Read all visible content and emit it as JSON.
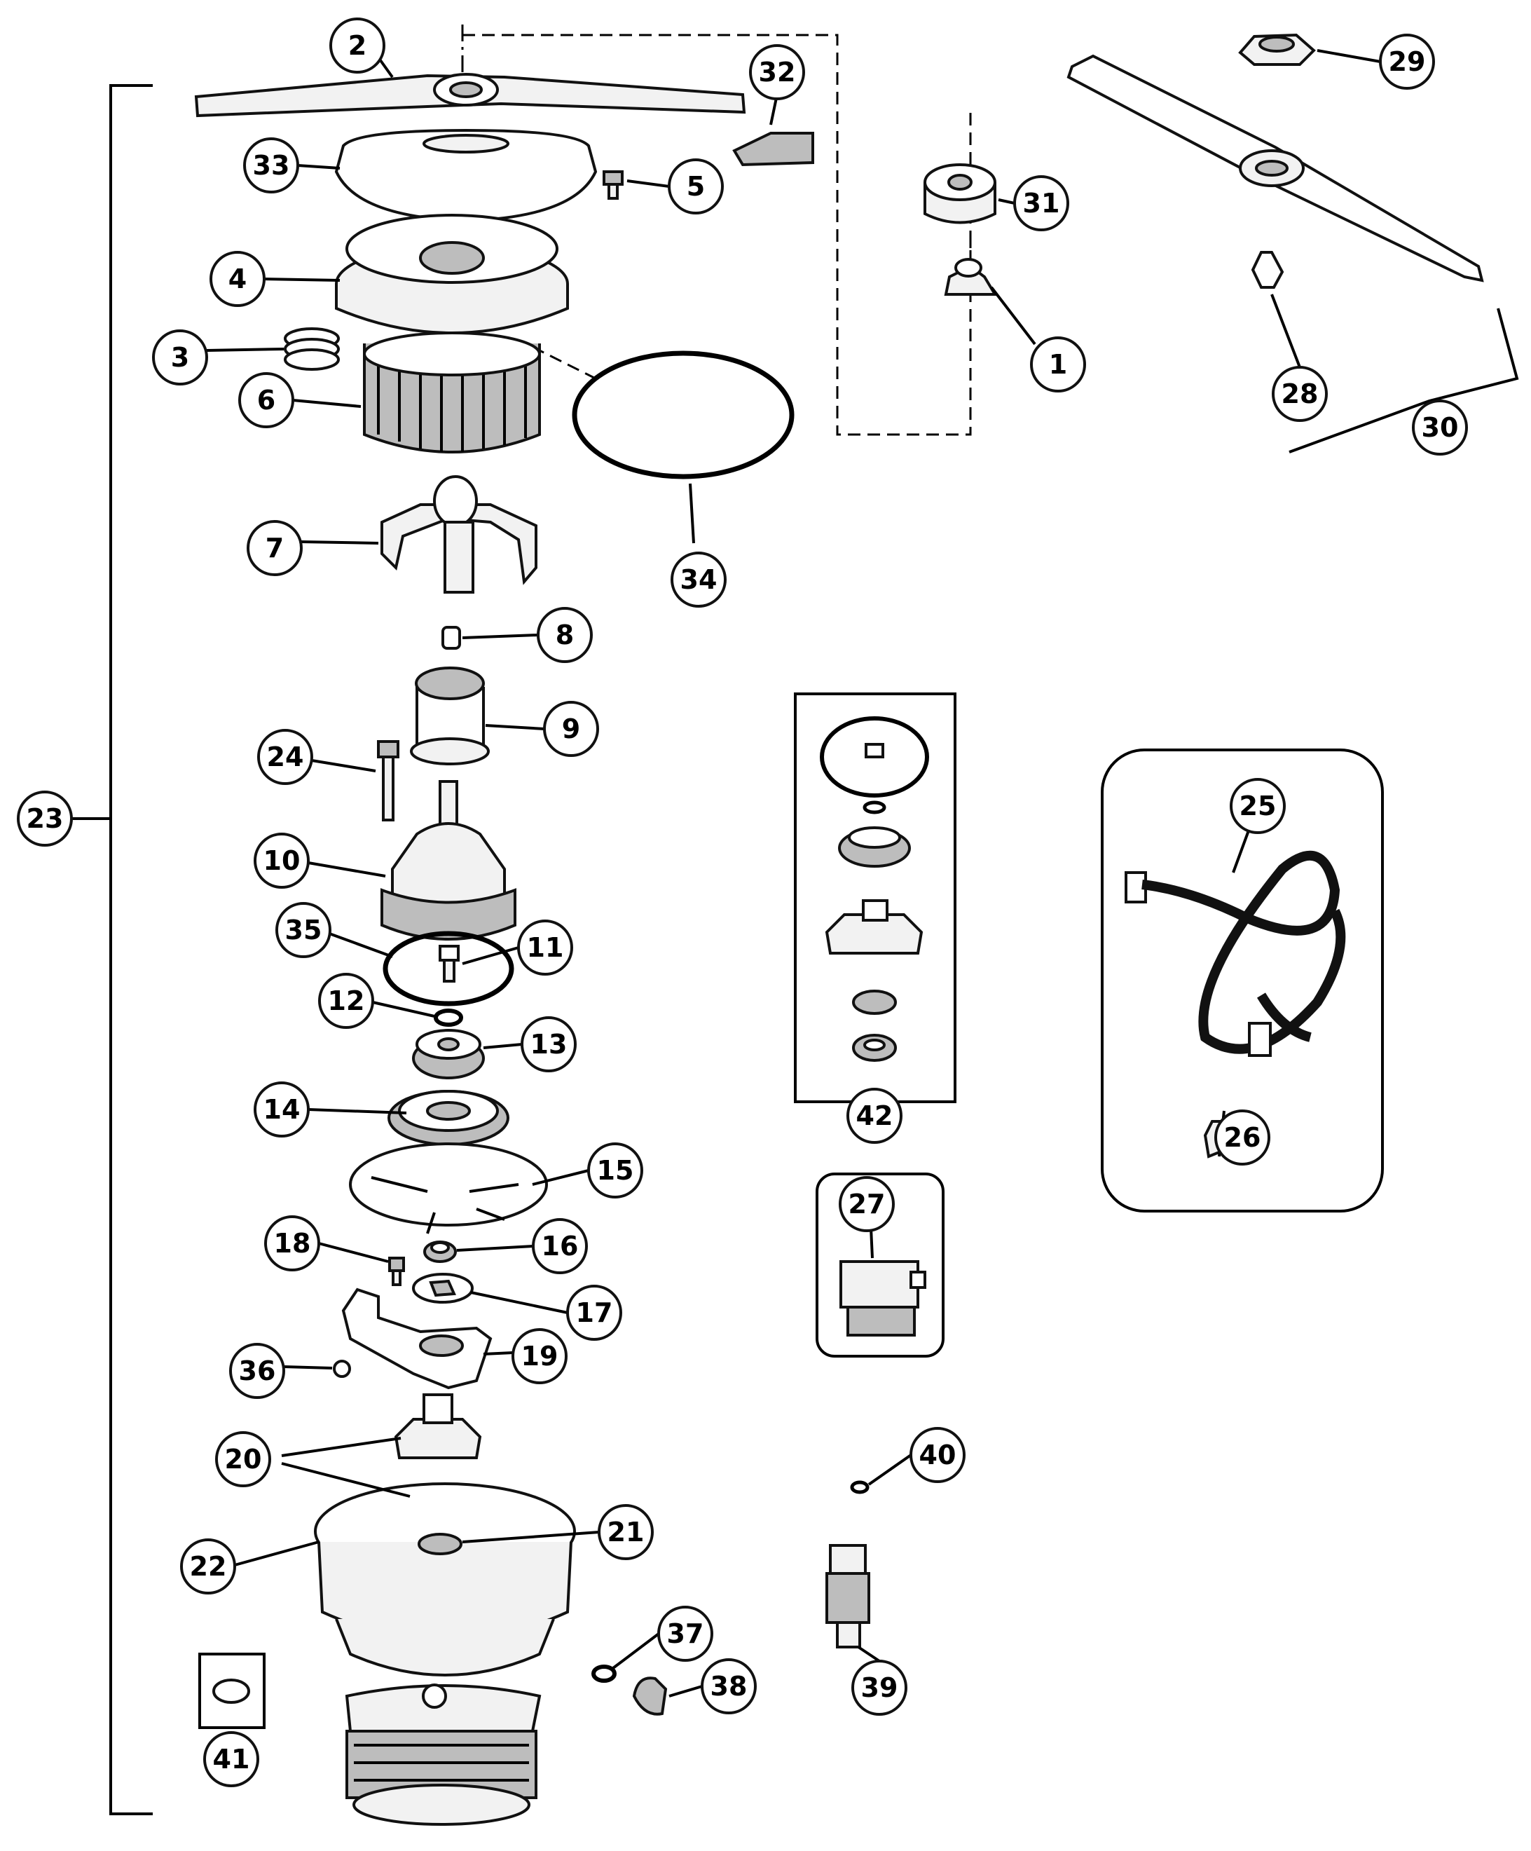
{
  "diagram": {
    "callouts": [
      {
        "id": "c1",
        "label": "1"
      },
      {
        "id": "c2",
        "label": "2"
      },
      {
        "id": "c3",
        "label": "3"
      },
      {
        "id": "c4",
        "label": "4"
      },
      {
        "id": "c5",
        "label": "5"
      },
      {
        "id": "c6",
        "label": "6"
      },
      {
        "id": "c7",
        "label": "7"
      },
      {
        "id": "c8",
        "label": "8"
      },
      {
        "id": "c9",
        "label": "9"
      },
      {
        "id": "c10",
        "label": "10"
      },
      {
        "id": "c11",
        "label": "11"
      },
      {
        "id": "c12",
        "label": "12"
      },
      {
        "id": "c13",
        "label": "13"
      },
      {
        "id": "c14",
        "label": "14"
      },
      {
        "id": "c15",
        "label": "15"
      },
      {
        "id": "c16",
        "label": "16"
      },
      {
        "id": "c17",
        "label": "17"
      },
      {
        "id": "c18",
        "label": "18"
      },
      {
        "id": "c19",
        "label": "19"
      },
      {
        "id": "c20",
        "label": "20"
      },
      {
        "id": "c21",
        "label": "21"
      },
      {
        "id": "c22",
        "label": "22"
      },
      {
        "id": "c23",
        "label": "23"
      },
      {
        "id": "c24",
        "label": "24"
      },
      {
        "id": "c25",
        "label": "25"
      },
      {
        "id": "c26",
        "label": "26"
      },
      {
        "id": "c27",
        "label": "27"
      },
      {
        "id": "c28",
        "label": "28"
      },
      {
        "id": "c29",
        "label": "29"
      },
      {
        "id": "c30",
        "label": "30"
      },
      {
        "id": "c31",
        "label": "31"
      },
      {
        "id": "c32",
        "label": "32"
      },
      {
        "id": "c33",
        "label": "33"
      },
      {
        "id": "c34",
        "label": "34"
      },
      {
        "id": "c35",
        "label": "35"
      },
      {
        "id": "c36",
        "label": "36"
      },
      {
        "id": "c37",
        "label": "37"
      },
      {
        "id": "c38",
        "label": "38"
      },
      {
        "id": "c39",
        "label": "39"
      },
      {
        "id": "c40",
        "label": "40"
      },
      {
        "id": "c41",
        "label": "41"
      },
      {
        "id": "c42",
        "label": "42"
      }
    ]
  }
}
